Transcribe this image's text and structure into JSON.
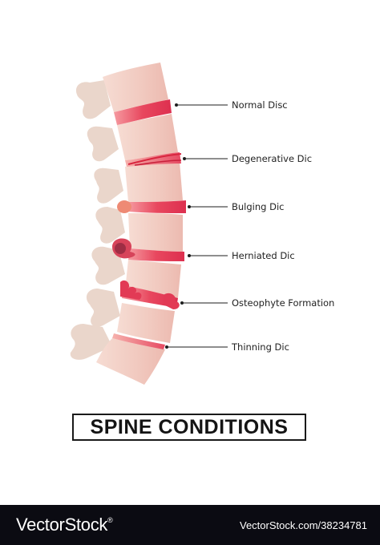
{
  "title": "SPINE CONDITIONS",
  "conditions": [
    {
      "label": "Normal Disc"
    },
    {
      "label": "Degenerative Dic"
    },
    {
      "label": "Bulging Dic"
    },
    {
      "label": "Herniated Dic"
    },
    {
      "label": "Osteophyte Formation"
    },
    {
      "label": "Thinning Dic"
    }
  ],
  "footer": {
    "brand": "VectorStock",
    "brand_mark": "®",
    "credit": "VectorStock.com/38234781"
  },
  "colors": {
    "bone_light": "#f3d9d0",
    "bone_dark": "#f0c4bb",
    "process": "#e9d3c7",
    "disc_center": "#e23a55",
    "disc_edge": "#f07c86",
    "footer_bg": "#0b0b12"
  }
}
